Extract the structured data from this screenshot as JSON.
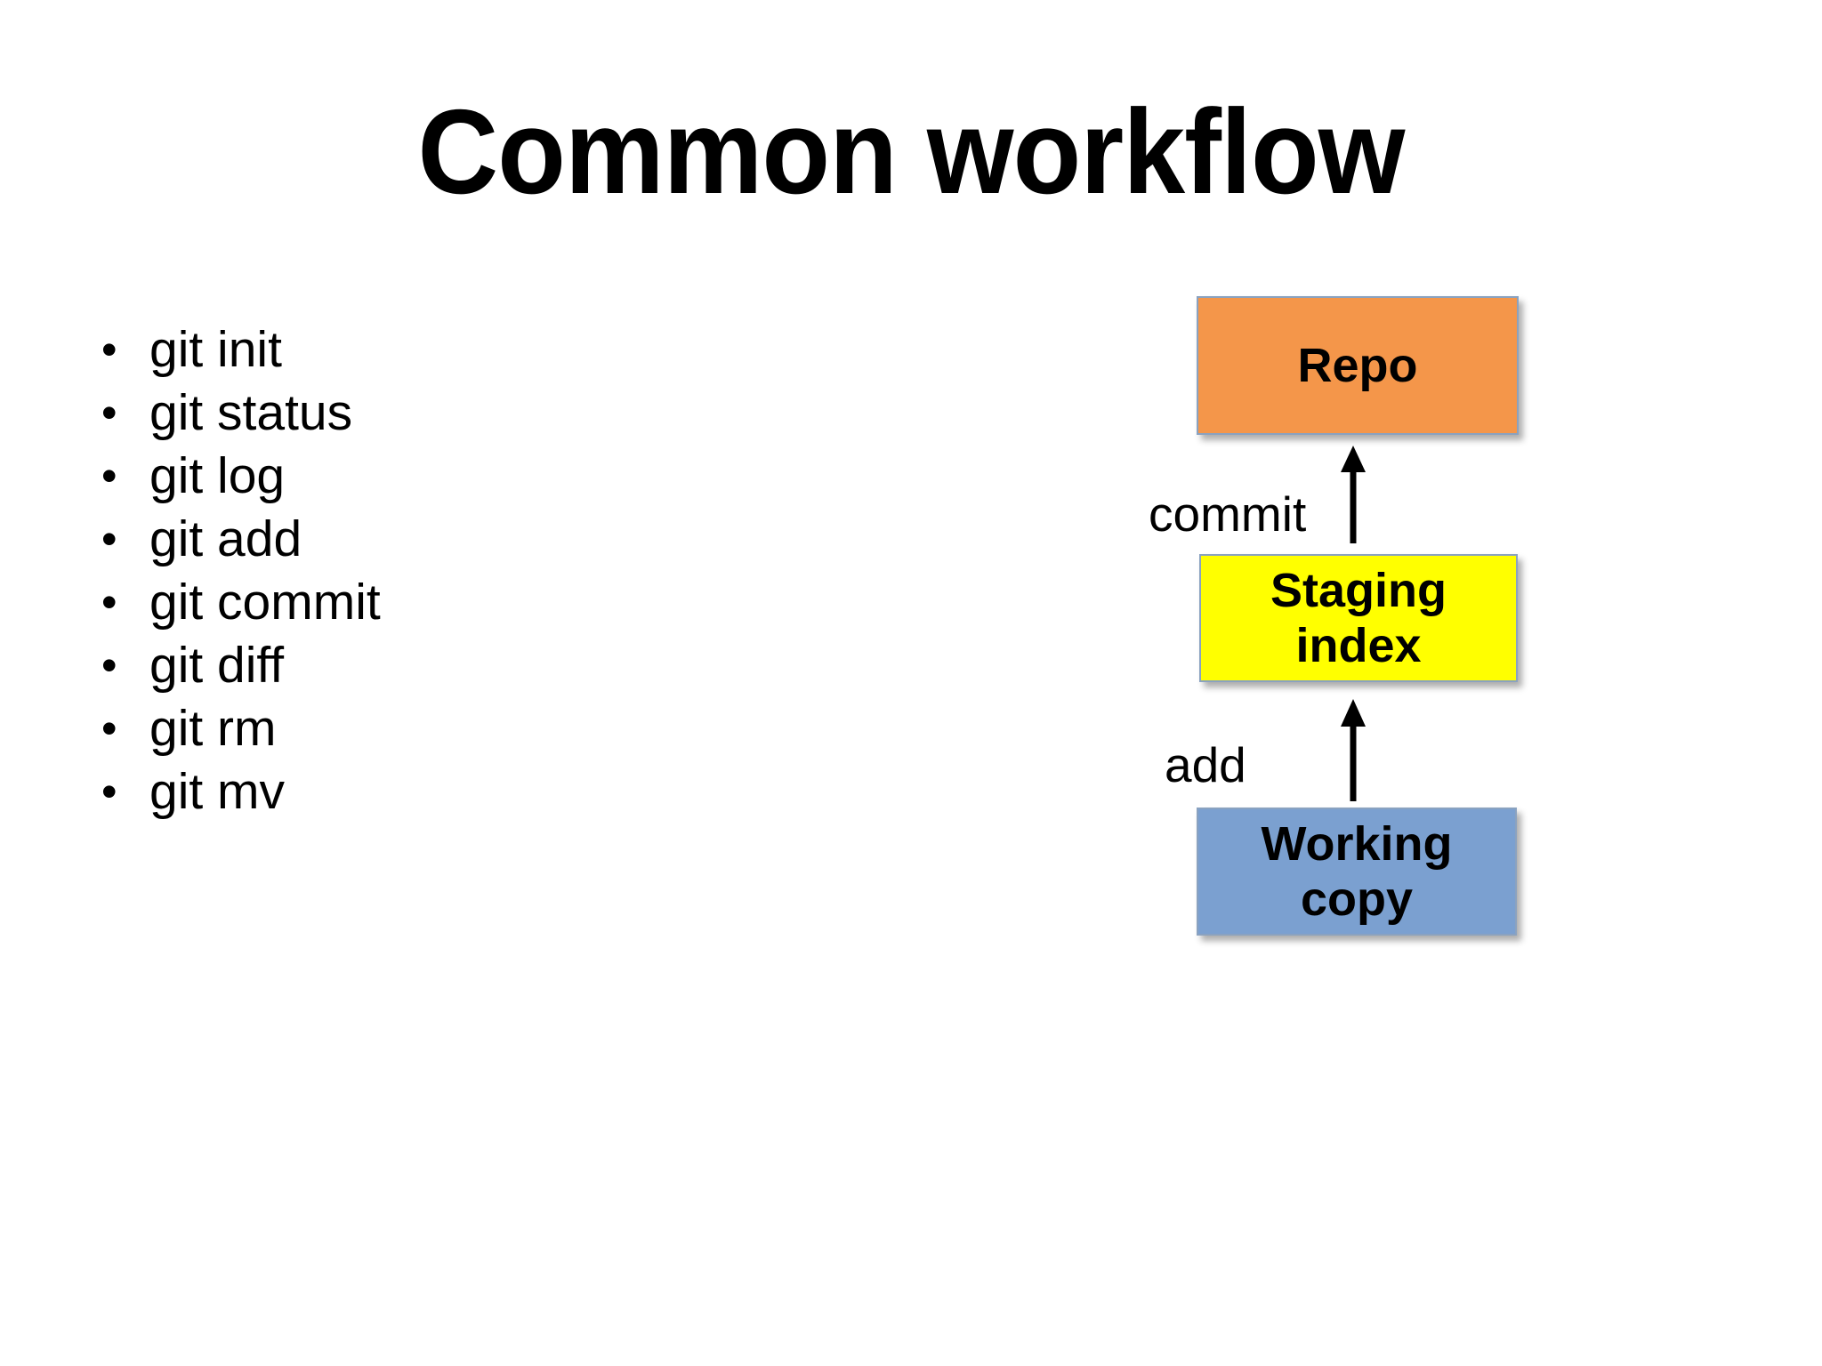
{
  "slide": {
    "title": "Common workflow",
    "background_color": "#FFFFFF"
  },
  "commands": {
    "bullet_glyph": "•",
    "items": [
      {
        "label": "git init"
      },
      {
        "label": "git status"
      },
      {
        "label": "git log"
      },
      {
        "label": "git add"
      },
      {
        "label": "git commit"
      },
      {
        "label": "git diff"
      },
      {
        "label": "git rm"
      },
      {
        "label": "git mv"
      }
    ]
  },
  "diagram": {
    "boxes": [
      {
        "id": "repo",
        "label": "Repo",
        "fill_color": "#F4964A",
        "border_color": "#8AA2C0",
        "text_color": "#000000"
      },
      {
        "id": "staging",
        "label": "Staging index",
        "line1": "Staging",
        "line2": "index",
        "fill_color": "#FFFF00",
        "border_color": "#8AA2C0",
        "text_color": "#000000"
      },
      {
        "id": "working",
        "label": "Working copy",
        "line1": "Working",
        "line2": "copy",
        "fill_color": "#7BA0D0",
        "border_color": "#8AA2C0",
        "text_color": "#000000"
      }
    ],
    "arrows": [
      {
        "id": "commit",
        "label": "commit",
        "from": "staging",
        "to": "repo",
        "direction": "up",
        "color": "#000000"
      },
      {
        "id": "add",
        "label": "add",
        "from": "working",
        "to": "staging",
        "direction": "up",
        "color": "#000000"
      }
    ]
  }
}
